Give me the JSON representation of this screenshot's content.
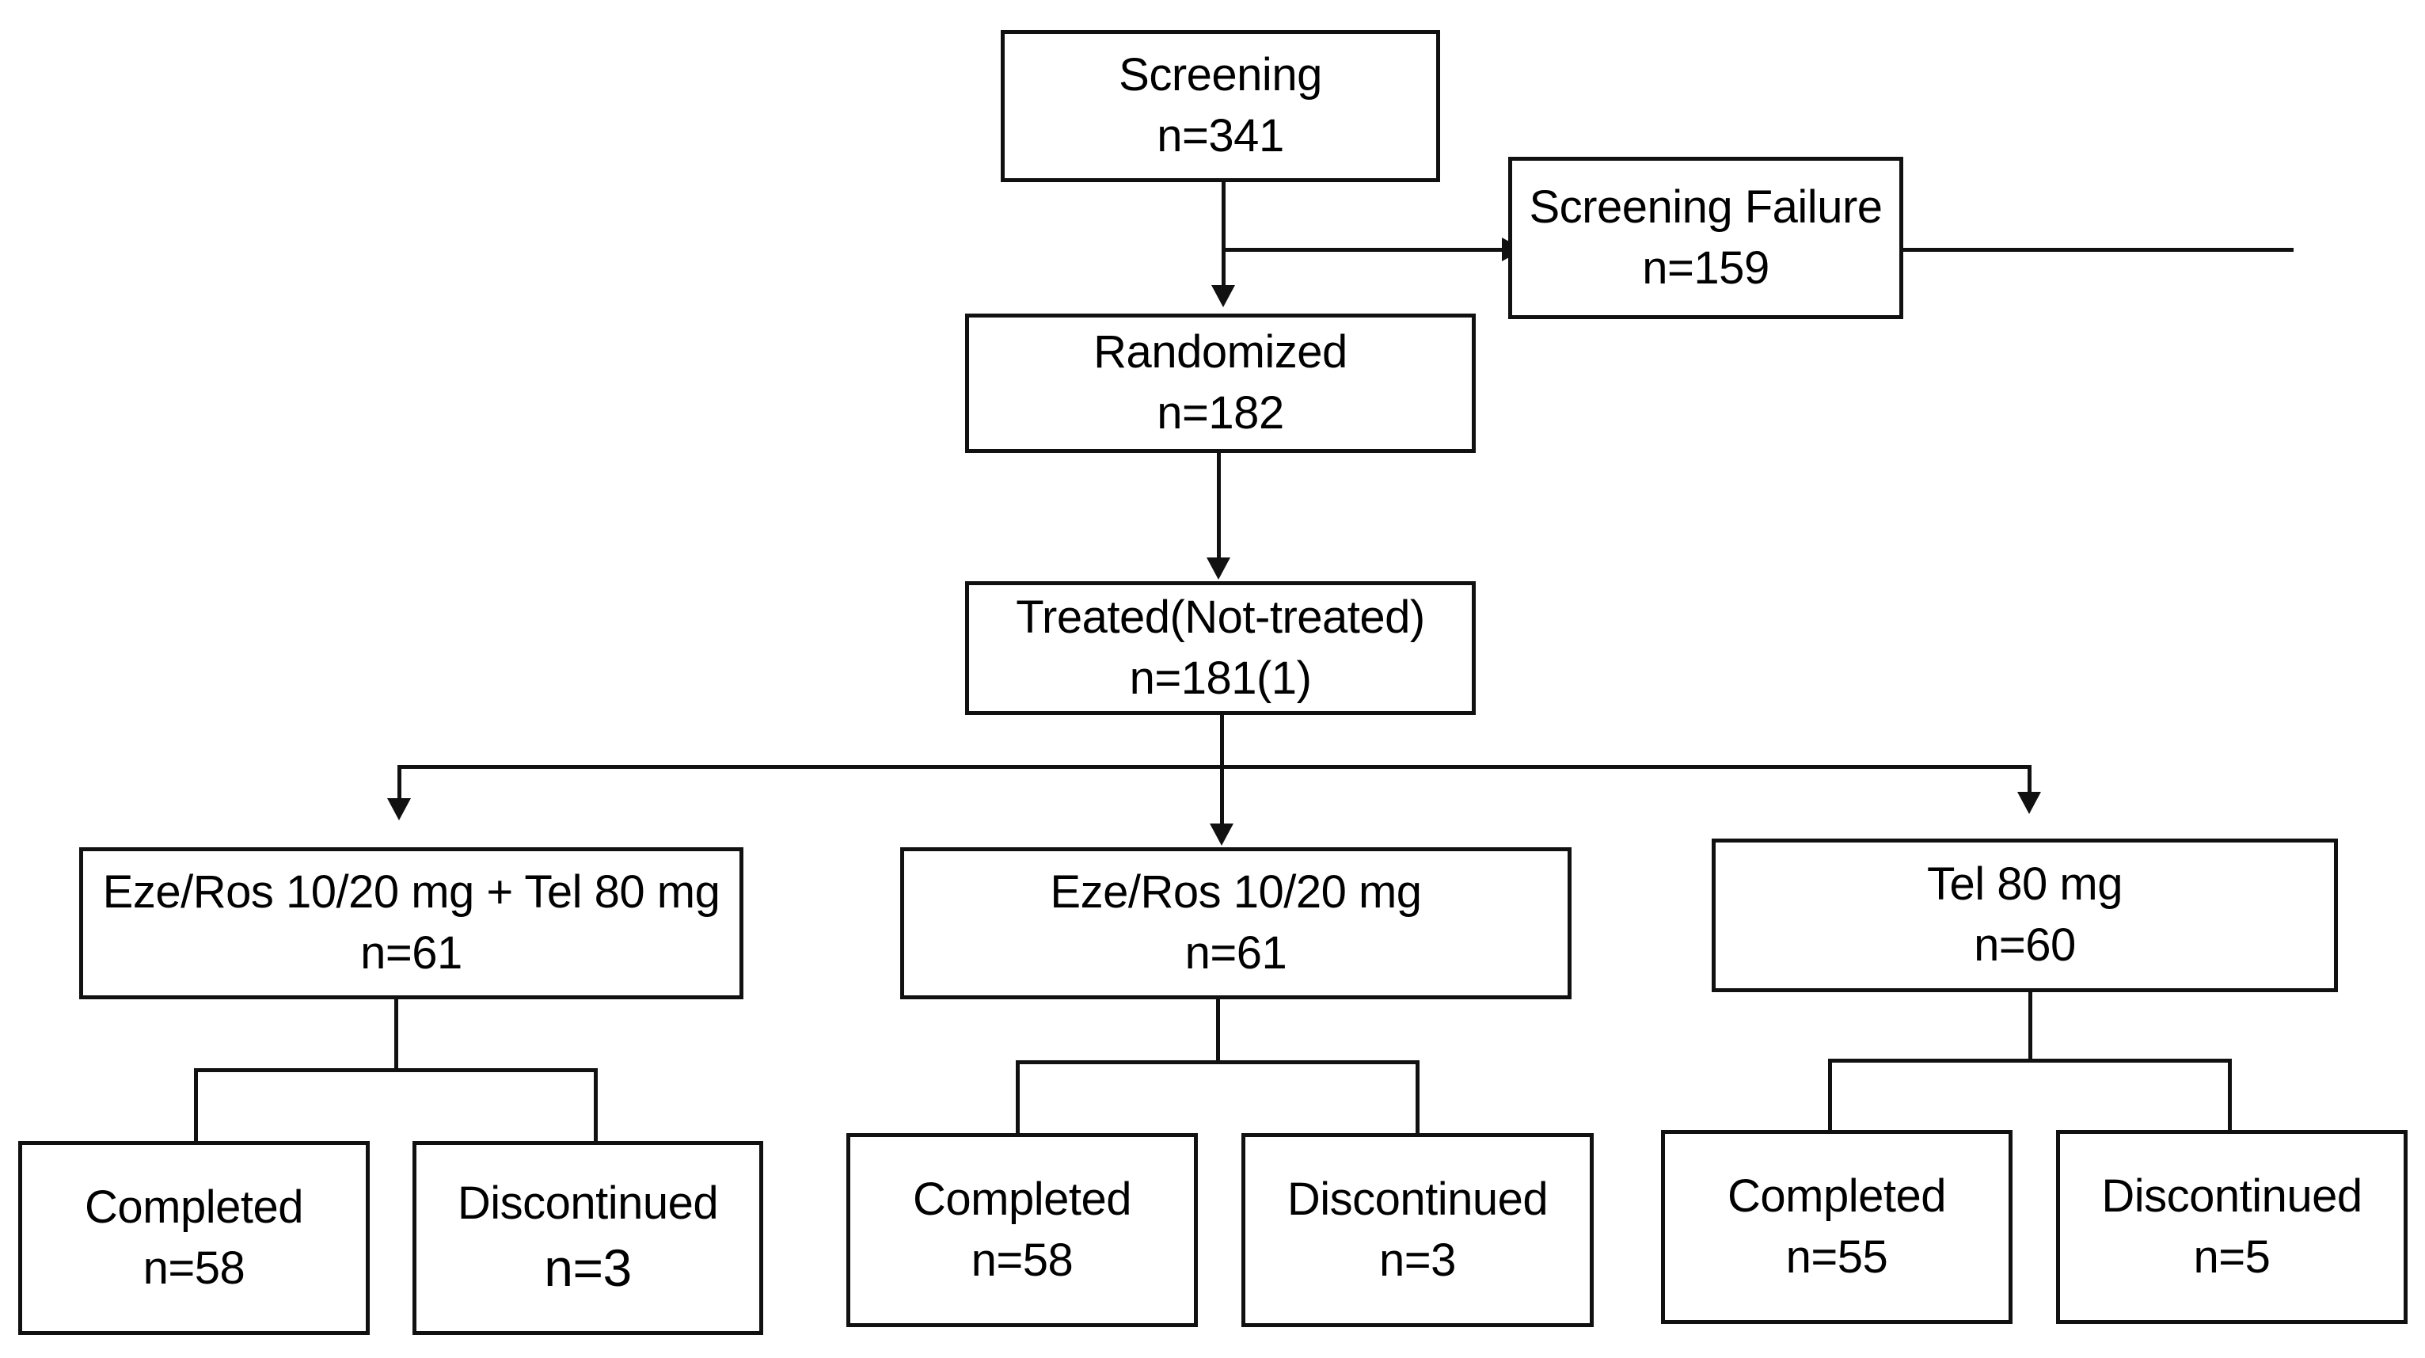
{
  "nodes": {
    "screening": {
      "title": "Screening",
      "count": "n=341"
    },
    "screening_failure": {
      "title": "Screening Failure",
      "count": "n=159"
    },
    "randomized": {
      "title": "Randomized",
      "count": "n=182"
    },
    "treated": {
      "title": "Treated(Not-treated)",
      "count": "n=181(1)"
    },
    "group_combo": {
      "title": "Eze/Ros 10/20 mg + Tel 80 mg",
      "count": "n=61"
    },
    "group_ezeros": {
      "title": "Eze/Ros 10/20 mg",
      "count": "n=61"
    },
    "group_tel": {
      "title": "Tel 80 mg",
      "count": "n=60"
    },
    "combo_completed": {
      "title": "Completed",
      "count": "n=58"
    },
    "combo_discontinued": {
      "title": "Discontinued",
      "count": "n=3"
    },
    "ezeros_completed": {
      "title": "Completed",
      "count": "n=58"
    },
    "ezeros_discontinued": {
      "title": "Discontinued",
      "count": "n=3"
    },
    "tel_completed": {
      "title": "Completed",
      "count": "n=55"
    },
    "tel_discontinued": {
      "title": "Discontinued",
      "count": "n=5"
    }
  },
  "colors": {
    "line": "#111111",
    "background": "#ffffff"
  }
}
